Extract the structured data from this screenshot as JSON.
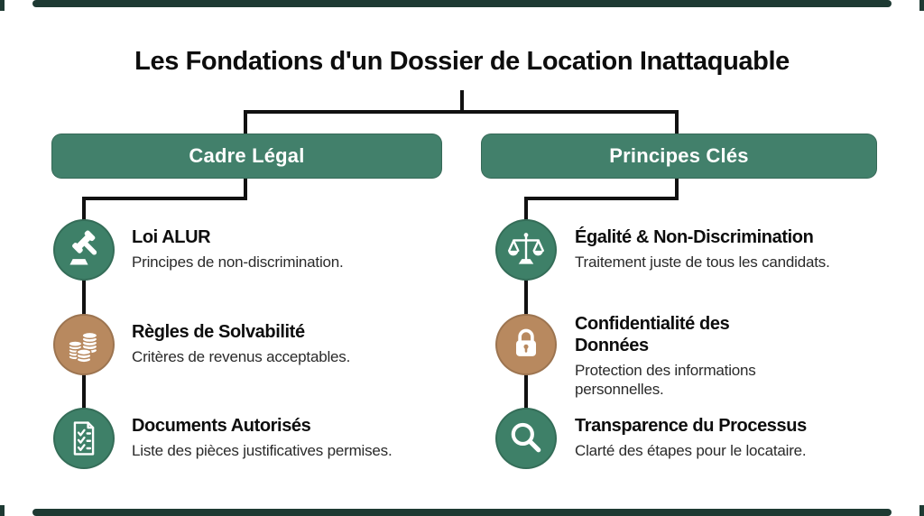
{
  "title": "Les Fondations d'un Dossier de Location Inattaquable",
  "colors": {
    "header_green": "#42806b",
    "circle_green": "#3e8068",
    "circle_tan": "#b8895f",
    "frame_bar": "#1e3a33",
    "connector_line": "#111111",
    "title_text": "#0d0d0d",
    "subtitle_text": "#2a2a2a",
    "box_label_text": "#ffffff",
    "background": "#ffffff"
  },
  "branches": [
    {
      "header": "Cadre Légal",
      "items": [
        {
          "icon": "gavel-icon",
          "circle_color": "#3e8068",
          "title": "Loi ALUR",
          "subtitle": "Principes de non-discrimination."
        },
        {
          "icon": "coins-icon",
          "circle_color": "#b8895f",
          "title": "Règles de Solvabilité",
          "subtitle": "Critères de revenus acceptables."
        },
        {
          "icon": "document-checklist-icon",
          "circle_color": "#3e8068",
          "title": "Documents Autorisés",
          "subtitle": "Liste des pièces justificatives permises."
        }
      ]
    },
    {
      "header": "Principes Clés",
      "items": [
        {
          "icon": "scales-icon",
          "circle_color": "#3e8068",
          "title": "Égalité & Non-Discrimination",
          "subtitle": "Traitement juste de tous les candidats."
        },
        {
          "icon": "padlock-icon",
          "circle_color": "#b8895f",
          "title": "Confidentialité des Données",
          "subtitle": "Protection des informations personnelles."
        },
        {
          "icon": "magnifier-icon",
          "circle_color": "#3e8068",
          "title": "Transparence du Processus",
          "subtitle": "Clarté des étapes pour le locataire."
        }
      ]
    }
  ]
}
